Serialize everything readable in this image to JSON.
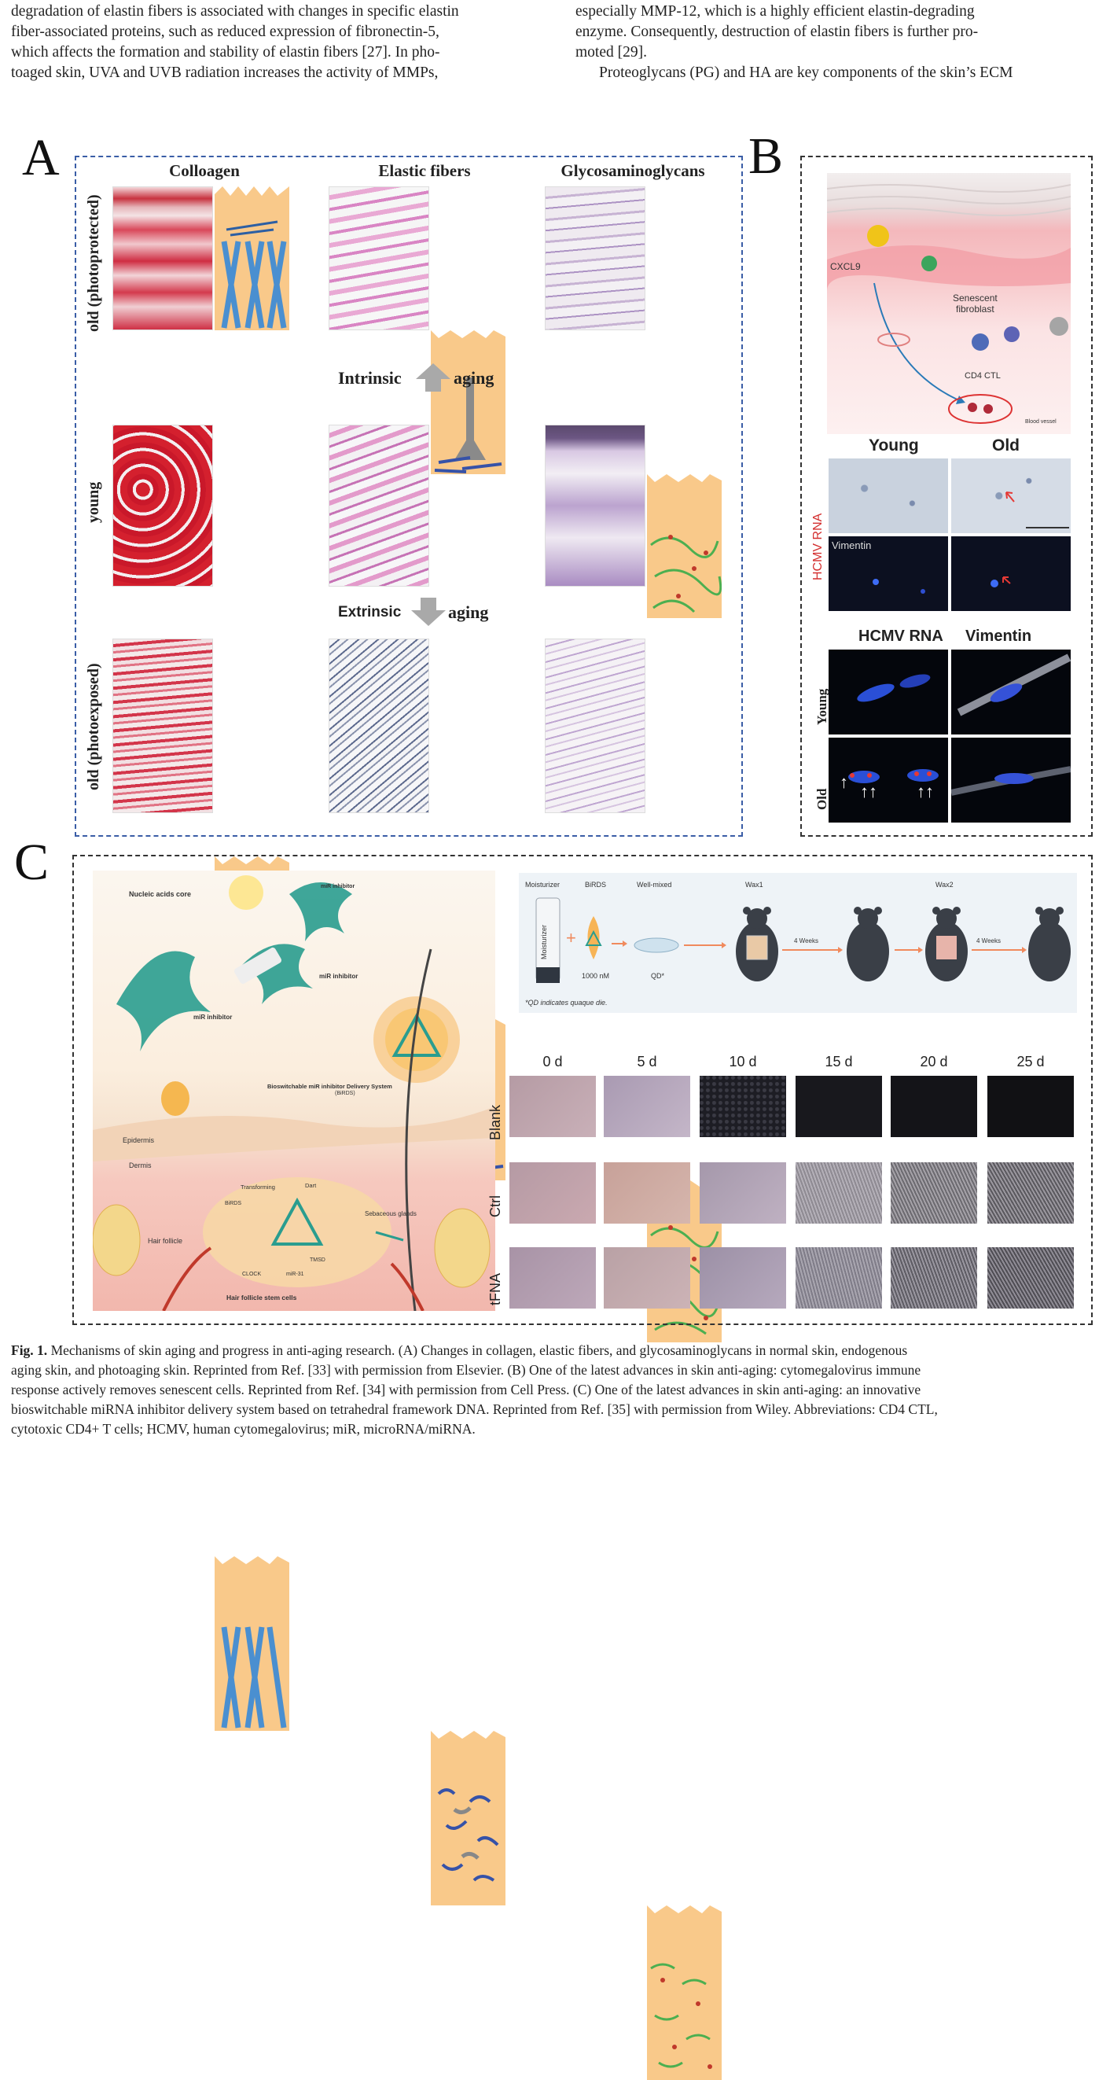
{
  "body_text": {
    "left_col": [
      "degradation of elastin fibers is associated with changes in specific elastin",
      "fiber-associated proteins, such as reduced expression of fibronectin-5,",
      "which affects the formation and stability of elastin fibers [27]. In pho-",
      "toaged skin, UVA and UVB radiation increases the activity of MMPs,"
    ],
    "right_col": [
      "especially MMP-12, which is a highly efficient elastin-degrading",
      "enzyme. Consequently, destruction of elastin fibers is further pro-",
      "moted [29].",
      "Proteoglycans (PG) and HA are key components of the skin’s ECM"
    ]
  },
  "figure": {
    "panel_a": {
      "letter": "A",
      "columns": [
        "Colloagen",
        "Elastic fibers",
        "Glycosaminoglycans"
      ],
      "rows": [
        "old (photoprotected)",
        "young",
        "old (photoexposed)"
      ],
      "intrinsic": {
        "left": "Intrinsic",
        "right": "aging"
      },
      "extrinsic": {
        "left": "Extrinsic",
        "right": "aging"
      }
    },
    "panel_b": {
      "letter": "B",
      "schematic_labels": {
        "cxcl9": "CXCL9",
        "senescent": "Senescent",
        "fibroblast": "fibroblast",
        "cd4": "CD4 CTL",
        "vessel": "Blood vessel"
      },
      "young_label": "Young",
      "old_label": "Old",
      "hcmv_rna_side": "HCMV RNA",
      "vimentin": "Vimentin",
      "header_hcmv": "HCMV RNA",
      "header_vimentin": "Vimentin",
      "row_young": "Young",
      "row_old": "Old"
    },
    "panel_c": {
      "letter": "C",
      "illustration_labels": {
        "nucleic": "Nucleic acids core",
        "mir1": "miR inhibitor",
        "mir2": "miR inhibitor",
        "mir3": "miR inhibitor",
        "birds_title": "Bioswitchable miR inhibitor Delivery System",
        "birds_abbr": "(BiRDS)",
        "epidermis": "Epidermis",
        "dermis": "Dermis",
        "transforming": "Transforming",
        "dart": "Dart",
        "birds": "BiRDS",
        "sebaceous": "Sebaceous glands",
        "hair_follicle": "Hair follicle",
        "tmsd": "TMSD",
        "clock": "CLOCK",
        "mir31": "miR-31",
        "stem": "Hair follicle stem cells"
      },
      "protocol": {
        "moisturizer": "Moisturizer",
        "birds": "BiRDS",
        "wellmixed": "Well-mixed",
        "wax1": "Wax1",
        "wax2": "Wax2",
        "dose": "1000 nM",
        "qd": "QD*",
        "weeks1": "4 Weeks",
        "weeks2": "4 Weeks",
        "tube": "Moisturizer",
        "footnote": "*QD indicates quaque die."
      },
      "days": [
        "0 d",
        "5 d",
        "10 d",
        "15 d",
        "20 d",
        "25 d"
      ],
      "conditions": [
        "Blank",
        "Ctrl",
        "tFNA"
      ]
    }
  },
  "caption": [
    [
      "Fig. 1.",
      " Mechanisms of skin aging and progress in anti-aging research. (A) Changes in collagen, elastic fibers, and glycosaminoglycans in normal skin, endogenous"
    ],
    [
      "",
      "aging skin, and photoaging skin. Reprinted from Ref. [33] with permission from Elsevier. (B) One of the latest advances in skin anti-aging: cytomegalovirus immune"
    ],
    [
      "",
      "response actively removes senescent cells. Reprinted from Ref. [34] with permission from Cell Press. (C) One of the latest advances in skin anti-aging: an innovative"
    ],
    [
      "",
      "bioswitchable miRNA inhibitor delivery system based on tetrahedral framework DNA. Reprinted from Ref. [35] with permission from Wiley. Abbreviations: CD4 CTL,"
    ],
    [
      "",
      "cytotoxic CD4+ T cells; HCMV, human cytomegalovirus; miR, microRNA/miRNA."
    ]
  ]
}
